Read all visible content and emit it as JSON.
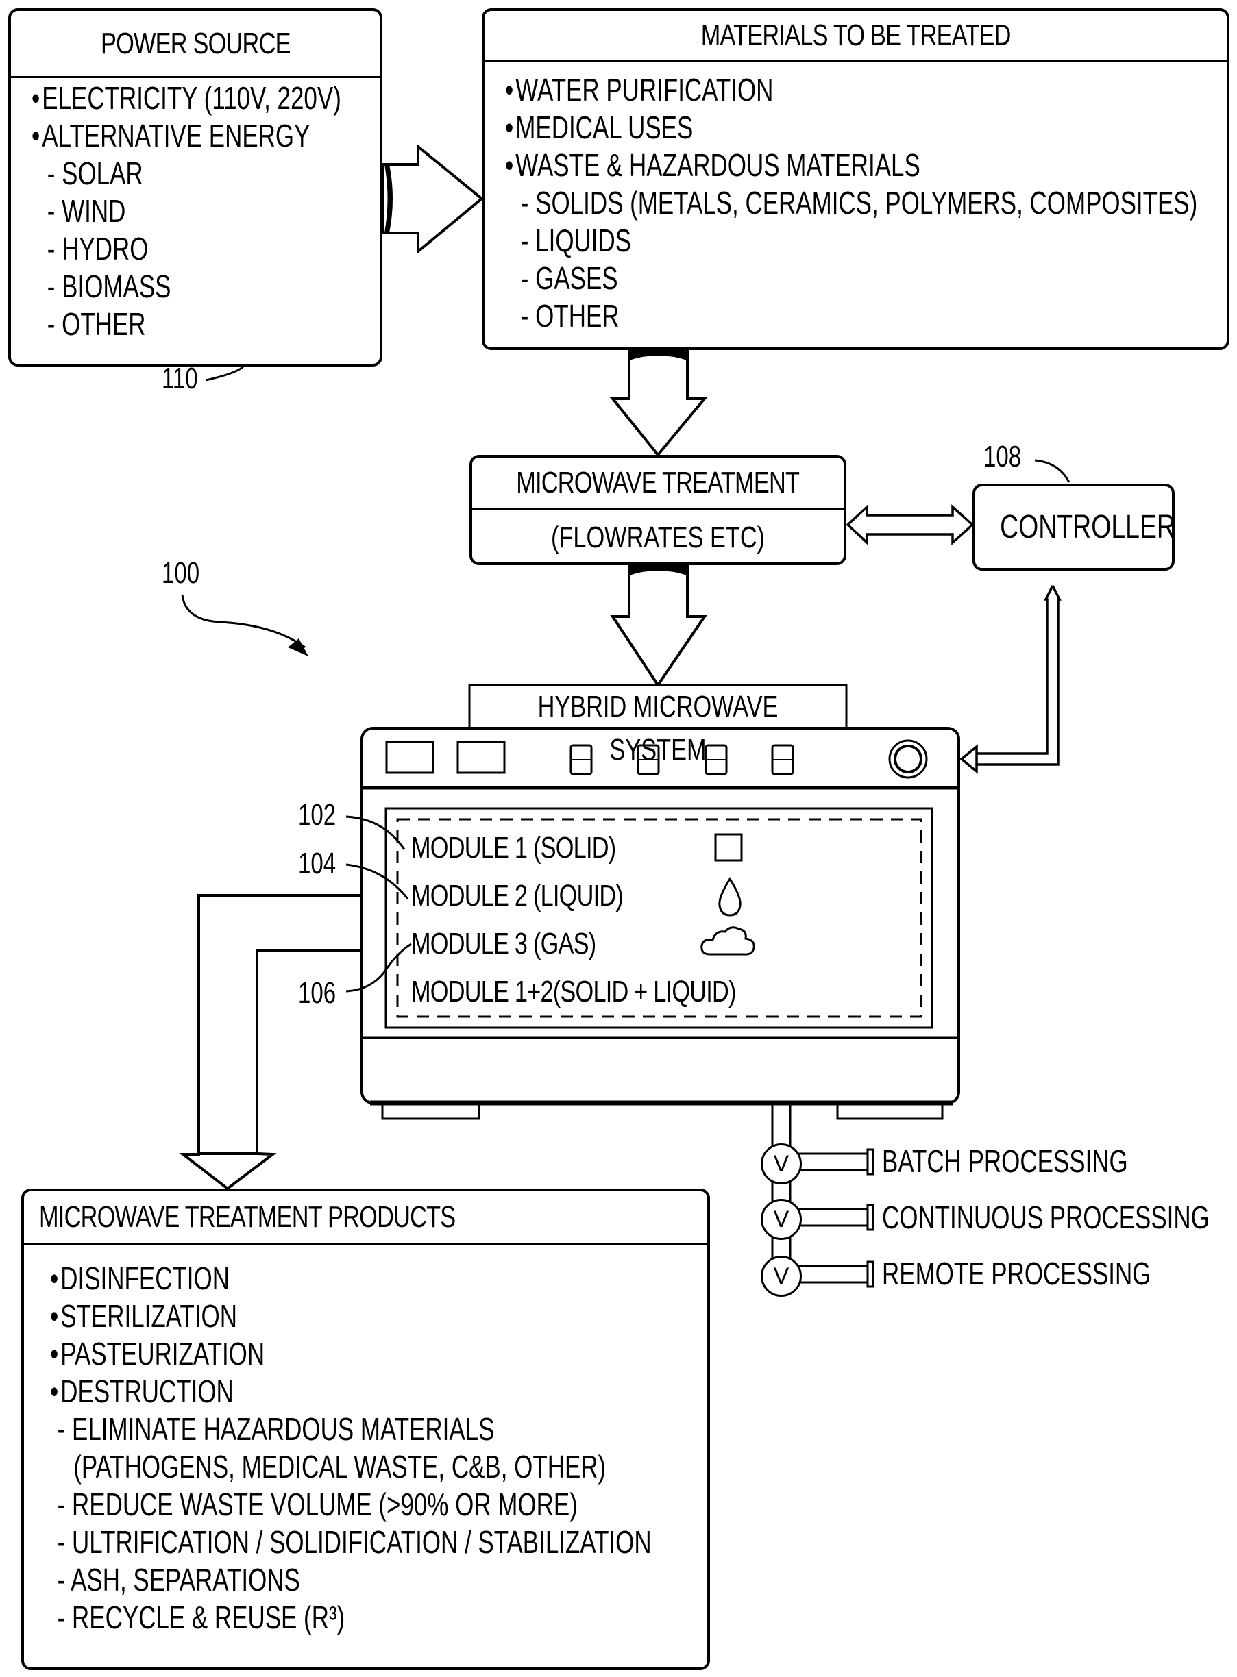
{
  "figure": {
    "system_ref": "100",
    "power_source": {
      "title": "POWER SOURCE",
      "ref": "110",
      "items": [
        {
          "style": "bullet",
          "text": "ELECTRICITY (110V, 220V)"
        },
        {
          "style": "bullet",
          "text": "ALTERNATIVE ENERGY"
        },
        {
          "style": "dash",
          "text": "SOLAR"
        },
        {
          "style": "dash",
          "text": "WIND"
        },
        {
          "style": "dash",
          "text": "HYDRO"
        },
        {
          "style": "dash",
          "text": "BIOMASS"
        },
        {
          "style": "dash",
          "text": "OTHER"
        }
      ]
    },
    "materials": {
      "title": "MATERIALS TO BE TREATED",
      "items": [
        {
          "style": "bullet",
          "text": "WATER PURIFICATION"
        },
        {
          "style": "bullet",
          "text": "MEDICAL USES"
        },
        {
          "style": "bullet",
          "text": "WASTE & HAZARDOUS MATERIALS"
        },
        {
          "style": "dash",
          "text": "SOLIDS (METALS, CERAMICS, POLYMERS, COMPOSITES)"
        },
        {
          "style": "dash",
          "text": "LIQUIDS"
        },
        {
          "style": "dash",
          "text": "GASES"
        },
        {
          "style": "dash",
          "text": "OTHER"
        }
      ]
    },
    "treatment": {
      "title": "MICROWAVE TREATMENT",
      "subtitle": "(FLOWRATES ETC)"
    },
    "controller": {
      "label": "CONTROLLER",
      "ref": "108"
    },
    "hybrid_system": {
      "label": "HYBRID MICROWAVE SYSTEM",
      "modules": [
        {
          "ref": "102",
          "text": "MODULE 1 (SOLID)",
          "icon": "square-icon"
        },
        {
          "ref": "104",
          "text": "MODULE 2 (LIQUID)",
          "icon": "droplet-icon"
        },
        {
          "ref": "106",
          "text": "MODULE 3 (GAS)",
          "icon": "cloud-icon"
        },
        {
          "ref": "",
          "text": "MODULE 1+2(SOLID + LIQUID)",
          "icon": ""
        }
      ]
    },
    "processing": {
      "valve_symbol": "V",
      "modes": [
        "BATCH PROCESSING",
        "CONTINUOUS PROCESSING",
        "REMOTE PROCESSING"
      ]
    },
    "products": {
      "title": "MICROWAVE TREATMENT PRODUCTS",
      "items": [
        {
          "style": "bullet",
          "text": "DISINFECTION"
        },
        {
          "style": "bullet",
          "text": "STERILIZATION"
        },
        {
          "style": "bullet",
          "text": "PASTEURIZATION"
        },
        {
          "style": "bullet",
          "text": "DESTRUCTION"
        },
        {
          "style": "dash",
          "text": "ELIMINATE HAZARDOUS MATERIALS"
        },
        {
          "style": "cont",
          "text": "(PATHOGENS, MEDICAL WASTE, C&B, OTHER)"
        },
        {
          "style": "dash",
          "text": "REDUCE WASTE VOLUME (>90% OR MORE)"
        },
        {
          "style": "dash",
          "text": "ULTRIFICATION / SOLIDIFICATION / STABILIZATION"
        },
        {
          "style": "dash",
          "text": "ASH, SEPARATIONS"
        },
        {
          "style": "dash",
          "text": "RECYCLE & REUSE (R³)"
        }
      ]
    }
  }
}
